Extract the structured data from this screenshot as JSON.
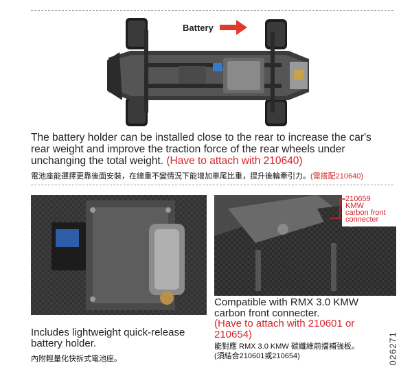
{
  "top": {
    "battery_label": "Battery",
    "caption_en": "The battery holder can be installed close to the rear to increase the car's rear weight and improve the traction force of the rear wheels under unchanging the total weight.",
    "caption_en_note": "(Have to attach with 210640)",
    "caption_zh": "電池座能選擇更靠後面安裝，在總重不變情況下能增加車尾比重，提升後輪牽引力。",
    "caption_zh_note": "(需搭配210640)"
  },
  "bottom_left": {
    "caption_en": "Includes lightweight quick-release battery holder.",
    "caption_zh": "內附輕量化快拆式電池座。"
  },
  "bottom_right": {
    "callout_number": "210659",
    "callout_line1": "KMW",
    "callout_line2": "carbon front",
    "callout_line3": "connecter",
    "caption_en": "Compatible with RMX 3.0 KMW carbon front connecter.",
    "caption_en_note": "(Have to attach with 210601 or 210654)",
    "caption_zh_line1": "能對應 RMX 3.0 KMW 碳纖維前擋補強板。",
    "caption_zh_line2": "(須結合210601或210654)"
  },
  "part_number": "026271",
  "colors": {
    "accent_red": "#d6232b",
    "arrow_red": "#e03a2a",
    "carbon": "#2a2a2a"
  }
}
